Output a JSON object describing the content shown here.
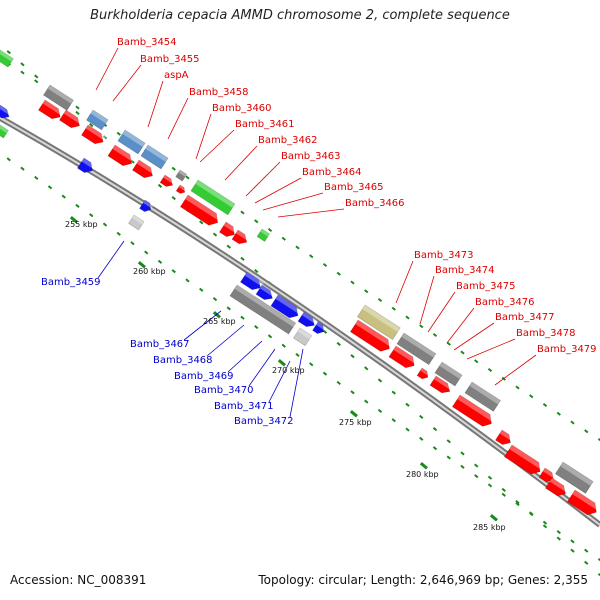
{
  "title": "Burkholderia cepacia AMMD chromosome 2, complete sequence",
  "footer": {
    "accession": "Accession: NC_008391",
    "summary": "Topology: circular; Length: 2,646,969 bp; Genes: 2,355"
  },
  "colors": {
    "forward_cds": "#ff0000",
    "reverse_cds": "#1010ee",
    "gray_feature": "#808080",
    "light_gray_feature": "#c8c8c8",
    "blue_feature": "#5b8fc7",
    "green_feature": "#33cc33",
    "olive_feature": "#c8c080",
    "label_forward": "#dd0000",
    "label_reverse": "#0000cc",
    "tick_dots": "#1a8a1a",
    "backbone": "#888888"
  },
  "ticks": [
    "255 kbp",
    "260 kbp",
    "265 kbp",
    "270 kbp",
    "275 kbp",
    "280 kbp",
    "285 kbp"
  ],
  "forward_labels": [
    "Bamb_3454",
    "Bamb_3455",
    "aspA",
    "Bamb_3458",
    "Bamb_3460",
    "Bamb_3461",
    "Bamb_3462",
    "Bamb_3463",
    "Bamb_3464",
    "Bamb_3465",
    "Bamb_3466",
    "Bamb_3473",
    "Bamb_3474",
    "Bamb_3475",
    "Bamb_3476",
    "Bamb_3477",
    "Bamb_3478",
    "Bamb_3479"
  ],
  "reverse_labels": [
    "Bamb_3459",
    "Bamb_3467",
    "Bamb_3468",
    "Bamb_3469",
    "Bamb_3470",
    "Bamb_3471",
    "Bamb_3472"
  ]
}
